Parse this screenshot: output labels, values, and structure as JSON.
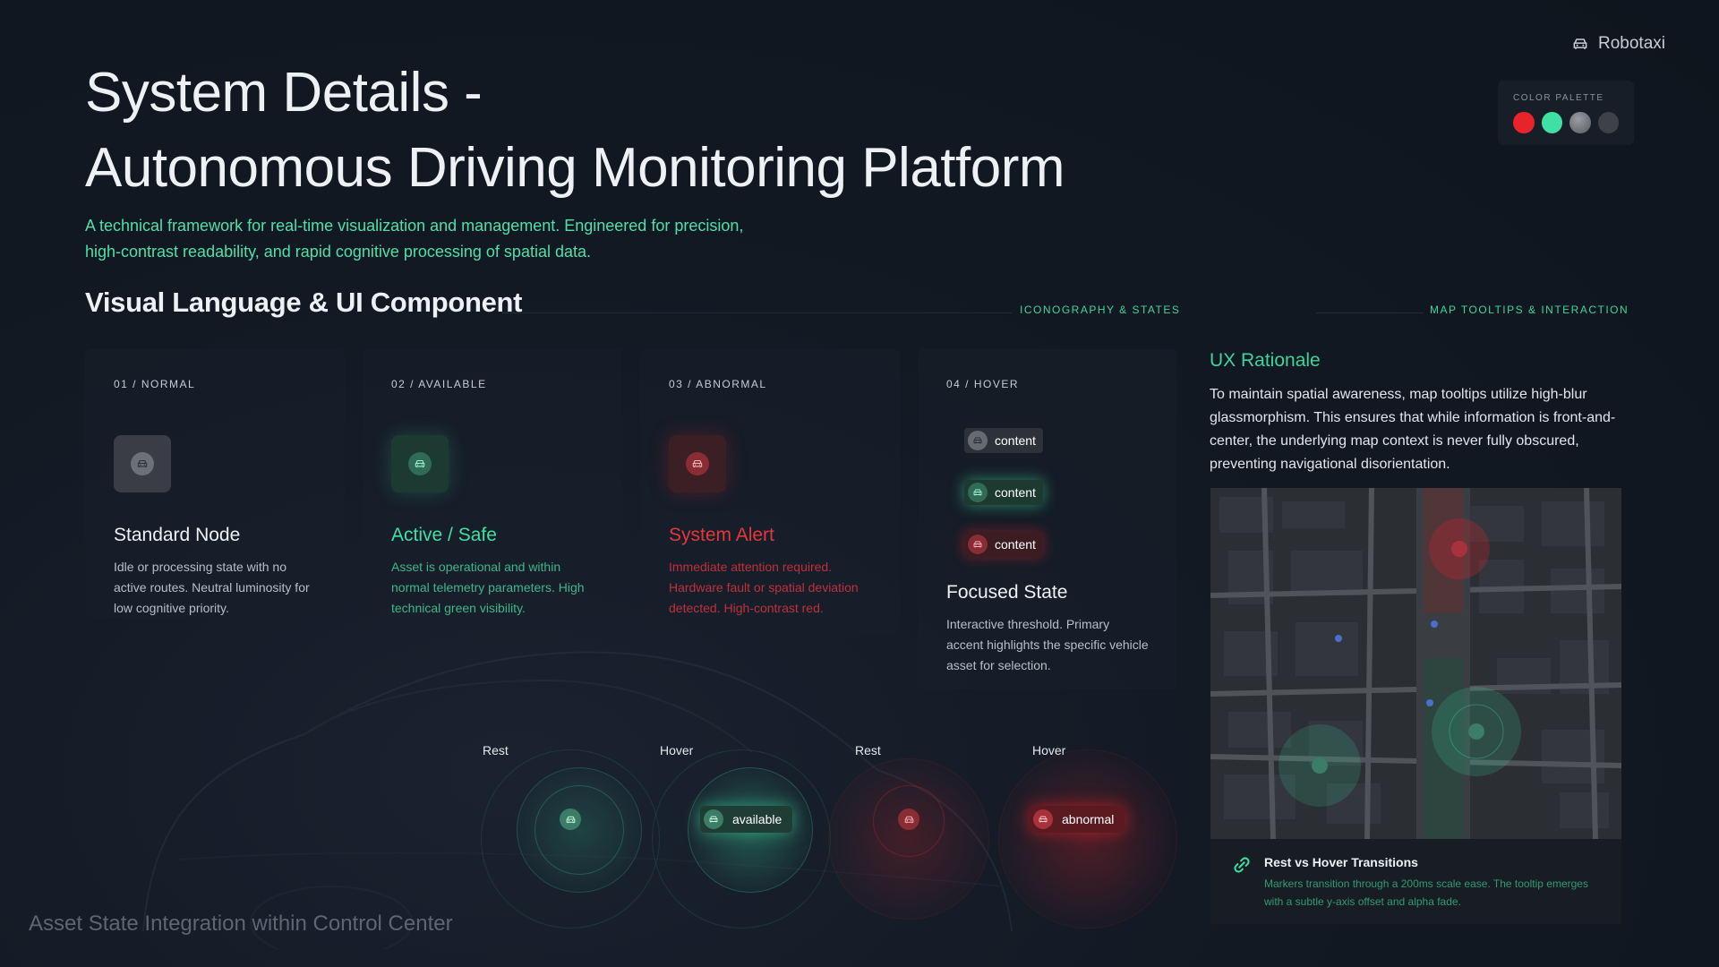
{
  "brand": {
    "name": "Robotaxi"
  },
  "palette": {
    "label": "COLOR PALETTE",
    "colors": [
      "#e8242a",
      "#3fe0a4",
      "#6c6f74",
      "#3e4247"
    ]
  },
  "header": {
    "title_line1": "System Details -",
    "title_line2": "Autonomous Driving Monitoring Platform",
    "subtitle": "A technical framework for real-time visualization and management. Engineered for precision, high-contrast readability, and rapid cognitive processing of spatial data."
  },
  "section": {
    "title": "Visual Language & UI Component",
    "tag_iconography": "ICONOGRAPHY & STATES",
    "tag_map": "MAP TOOLTIPS & INTERACTION"
  },
  "cards": [
    {
      "num": "01 / NORMAL",
      "title": "Standard Node",
      "desc": "Idle or processing state with no active routes. Neutral luminosity for low cognitive priority."
    },
    {
      "num": "02 / AVAILABLE",
      "title": "Active / Safe",
      "desc": "Asset is operational and within normal telemetry parameters. High technical green visibility."
    },
    {
      "num": "03 / ABNORMAL",
      "title": "System Alert",
      "desc": "Immediate attention required. Hardware fault or spatial deviation detected. High-contrast red."
    },
    {
      "num": "04 / HOVER",
      "title": "Focused State",
      "desc": "Interactive threshold. Primary accent highlights the specific vehicle asset for selection.",
      "chips": [
        "content",
        "content",
        "content"
      ]
    }
  ],
  "states": {
    "rest1": "Rest",
    "hover1": "Hover",
    "rest2": "Rest",
    "hover2": "Hover",
    "tip_available": "available",
    "tip_abnormal": "abnormal"
  },
  "footer": {
    "caption": "Asset State Integration within Control Center"
  },
  "ux": {
    "title": "UX Rationale",
    "body": "To maintain spatial awareness, map tooltips utilize high-blur glassmorphism. This ensures that while information is front-and-center, the underlying map context is never fully obscured, preventing navigational disorientation.",
    "info_title": "Rest vs Hover Transitions",
    "info_desc": "Markers transition through a 200ms scale ease. The tooltip emerges with a subtle y-axis offset and alpha fade."
  }
}
